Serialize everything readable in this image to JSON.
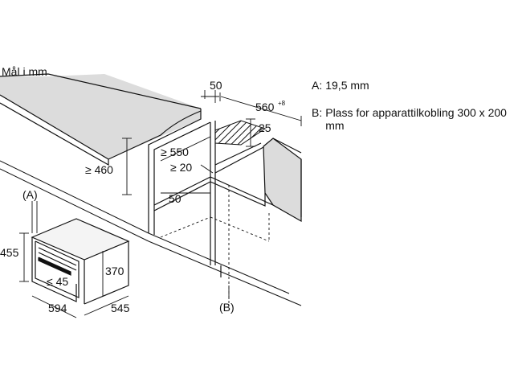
{
  "title": "Mål i mm",
  "dims": {
    "top_50": "50",
    "depth_560": "560",
    "depth_560_sup": "+8",
    "h25": "25",
    "gte550": "≥ 550",
    "gte460": "≥ 460",
    "gte20": "≥ 20",
    "inner50": "50",
    "A_callout": "(A)",
    "B_callout": "(B)",
    "h455": "455",
    "h370": "370",
    "lte45": "≤ 45",
    "w594": "594",
    "d545": "545"
  },
  "legend": {
    "a_key": "A:",
    "a_text": "19,5 mm",
    "b_key": "B:",
    "b_text": "Plass for apparattilkobling 300 x 200 mm"
  }
}
